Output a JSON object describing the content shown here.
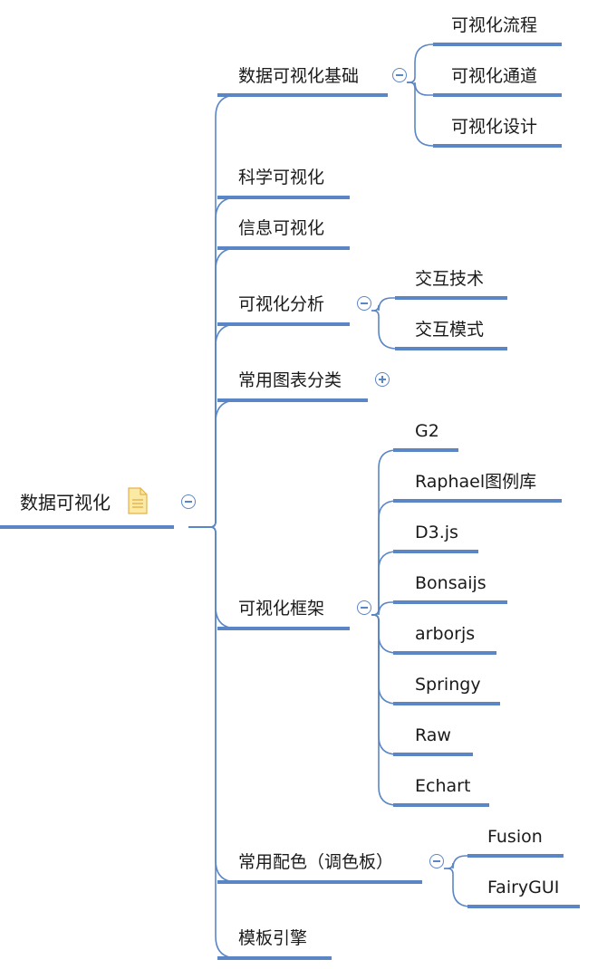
{
  "root": {
    "label": "数据可视化",
    "has_note": true,
    "note_icon": "note-icon",
    "children": [
      {
        "label": "数据可视化基础",
        "children": [
          "可视化流程",
          "可视化通道",
          "可视化设计"
        ]
      },
      {
        "label": "科学可视化"
      },
      {
        "label": "信息可视化"
      },
      {
        "label": "可视化分析",
        "children": [
          "交互技术",
          "交互模式"
        ]
      },
      {
        "label": "常用图表分类",
        "collapsed": true
      },
      {
        "label": "可视化框架",
        "children": [
          "G2",
          "Raphael图例库",
          "D3.js",
          "Bonsaijs",
          "arborjs",
          "Springy",
          "Raw",
          "Echart"
        ]
      },
      {
        "label": "常用配色（调色板）",
        "children": [
          "Fusion",
          "FairyGUI"
        ]
      },
      {
        "label": "模板引擎"
      }
    ]
  },
  "colors": {
    "branch": "#5b86c5",
    "underline": "#5b86c5",
    "text": "#1a1a1a",
    "note_fill": "#fbe9a6",
    "note_stroke": "#e6b24a"
  }
}
